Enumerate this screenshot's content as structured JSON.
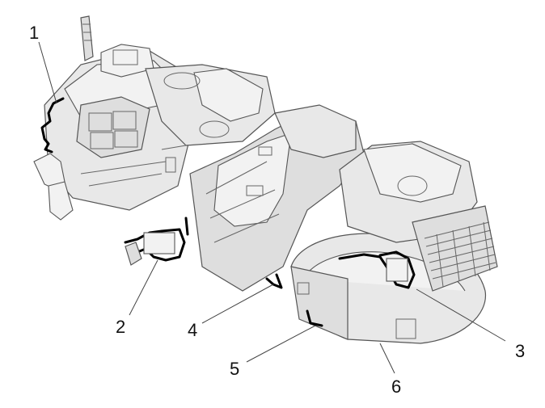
{
  "callouts": {
    "c1": "1",
    "c2": "2",
    "c3": "3",
    "c4": "4",
    "c5": "5",
    "c6": "6"
  },
  "colors": {
    "housing_fill": "#e8e8e8",
    "outline": "#555555",
    "wiring": "#000000",
    "background": "#ffffff"
  }
}
